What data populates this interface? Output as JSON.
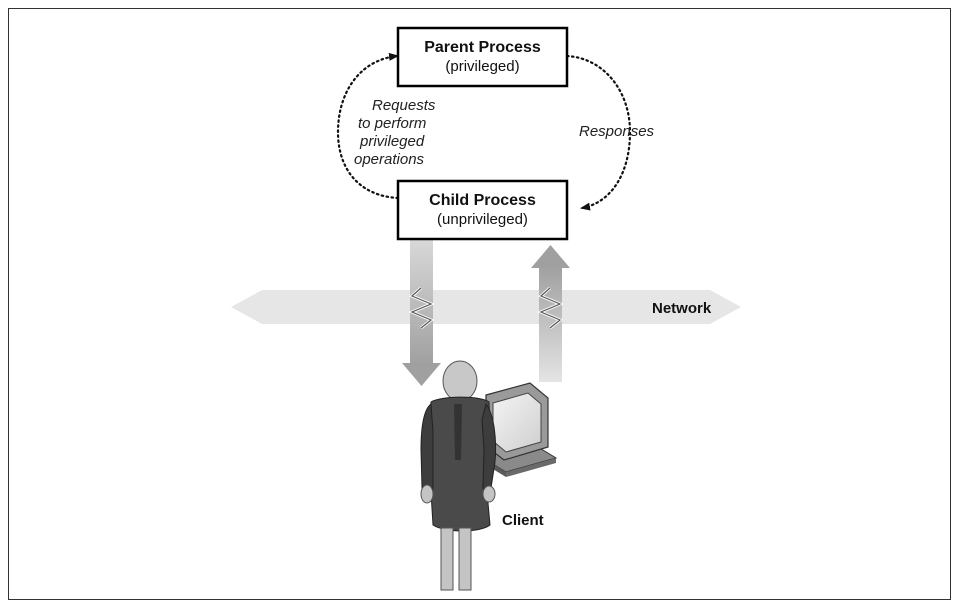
{
  "parent_process": {
    "title": "Parent Process",
    "subtitle": "(privileged)"
  },
  "child_process": {
    "title": "Child Process",
    "subtitle": "(unprivileged)"
  },
  "requests_label": [
    "Requests",
    "to perform",
    "privileged",
    "operations"
  ],
  "responses_label": "Responses",
  "network_label": "Network",
  "client_label": "Client",
  "colors": {
    "frame": "#333333",
    "box_border": "#000000",
    "network_band": "#e6e6e6",
    "arrow_gray": "#a8a8a8",
    "figure_coat": "#4a4a4a",
    "figure_skin": "#c4c4c4"
  }
}
